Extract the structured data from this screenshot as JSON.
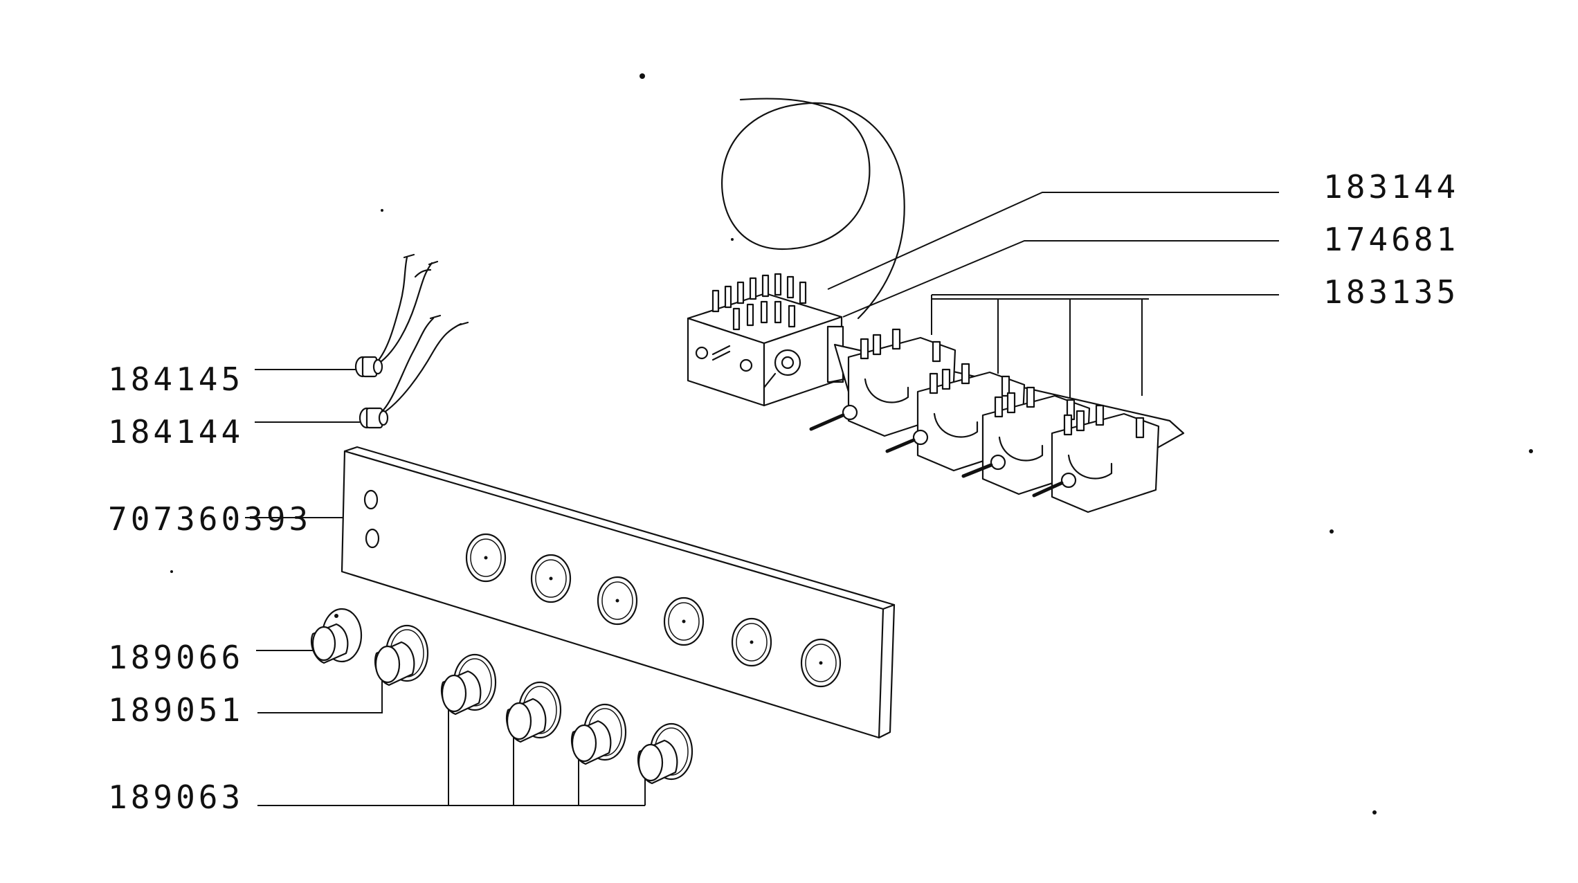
{
  "labels": {
    "thermostat": "183144",
    "switch_shaft": "174681",
    "energy_regulators": "183135",
    "pilot_lamp_red": "184145",
    "pilot_lamp_green": "184144",
    "control_panel": "707360393",
    "knob_thermostat": "189066",
    "knob_selector": "189051",
    "knob_hotplate": "189063"
  }
}
